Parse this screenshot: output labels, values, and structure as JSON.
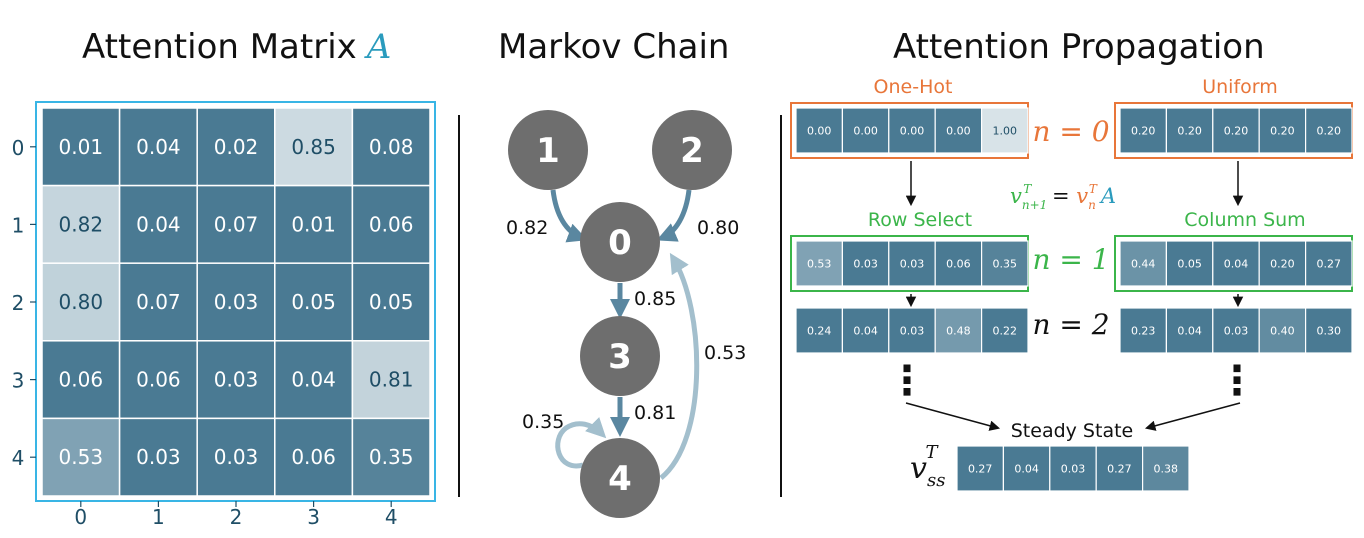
{
  "titles": {
    "matrix": "Attention Matrix",
    "matrix_symbol": "A",
    "markov": "Markov Chain",
    "propagation": "Attention Propagation"
  },
  "colors": {
    "dark": "#4a7a93",
    "light_text": "#ffffff",
    "dark_text": "#1f4e66",
    "matrix_border": "#39b5e5",
    "node": "#6e6e6e",
    "edge": "#5a87a0",
    "orange": "#e8763a",
    "green": "#3bb54a",
    "teal": "#2a9bbd"
  },
  "matrix": {
    "row_ticks": [
      "0",
      "1",
      "2",
      "3",
      "4"
    ],
    "col_ticks": [
      "0",
      "1",
      "2",
      "3",
      "4"
    ],
    "values": [
      [
        "0.01",
        "0.04",
        "0.02",
        "0.85",
        "0.08"
      ],
      [
        "0.82",
        "0.04",
        "0.07",
        "0.01",
        "0.06"
      ],
      [
        "0.80",
        "0.07",
        "0.03",
        "0.05",
        "0.05"
      ],
      [
        "0.06",
        "0.06",
        "0.03",
        "0.04",
        "0.81"
      ],
      [
        "0.53",
        "0.03",
        "0.03",
        "0.06",
        "0.35"
      ]
    ]
  },
  "markov": {
    "nodes": [
      "1",
      "2",
      "0",
      "3",
      "4"
    ],
    "edges": [
      "0.82",
      "0.80",
      "0.85",
      "0.81",
      "0.35",
      "0.53"
    ]
  },
  "propagation": {
    "labels": {
      "one_hot": "One-Hot",
      "uniform": "Uniform",
      "row_select": "Row Select",
      "column_sum": "Column Sum",
      "steady_state": "Steady State"
    },
    "n_labels": [
      "n = 0",
      "n = 1",
      "n = 2"
    ],
    "formula": {
      "lhs_v": "v",
      "lhs_sub": "n+1",
      "sup": "T",
      "eq": " = ",
      "rhs_v": "v",
      "rhs_sub": "n",
      "rhs_A": "A"
    },
    "steady_label": {
      "v": "v",
      "sub": "ss",
      "sup": "T"
    },
    "ellipsis": "⋮",
    "one_hot": {
      "n0": [
        "0.00",
        "0.00",
        "0.00",
        "0.00",
        "1.00"
      ],
      "n1": [
        "0.53",
        "0.03",
        "0.03",
        "0.06",
        "0.35"
      ],
      "n2": [
        "0.24",
        "0.04",
        "0.03",
        "0.48",
        "0.22"
      ]
    },
    "uniform": {
      "n0": [
        "0.20",
        "0.20",
        "0.20",
        "0.20",
        "0.20"
      ],
      "n1": [
        "0.44",
        "0.05",
        "0.04",
        "0.20",
        "0.27"
      ],
      "n2": [
        "0.23",
        "0.04",
        "0.03",
        "0.40",
        "0.30"
      ]
    },
    "steady": [
      "0.27",
      "0.04",
      "0.03",
      "0.27",
      "0.38"
    ]
  }
}
